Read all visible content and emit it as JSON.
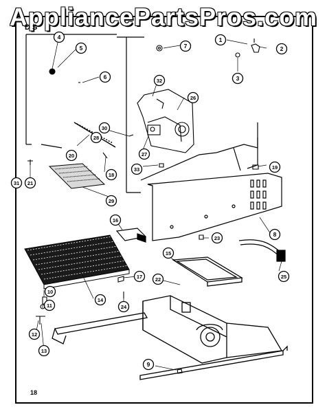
{
  "watermark": "AppliancePartsPros.com",
  "section_mark": "D S",
  "page_number": "18",
  "callouts": [
    "1",
    "2",
    "3",
    "4",
    "5",
    "6",
    "7",
    "8",
    "9",
    "10",
    "11",
    "12",
    "13",
    "14",
    "15",
    "16",
    "17",
    "18",
    "19",
    "20",
    "21",
    "22",
    "23",
    "24",
    "25",
    "26",
    "27",
    "28",
    "29",
    "30",
    "31",
    "32",
    "33"
  ]
}
